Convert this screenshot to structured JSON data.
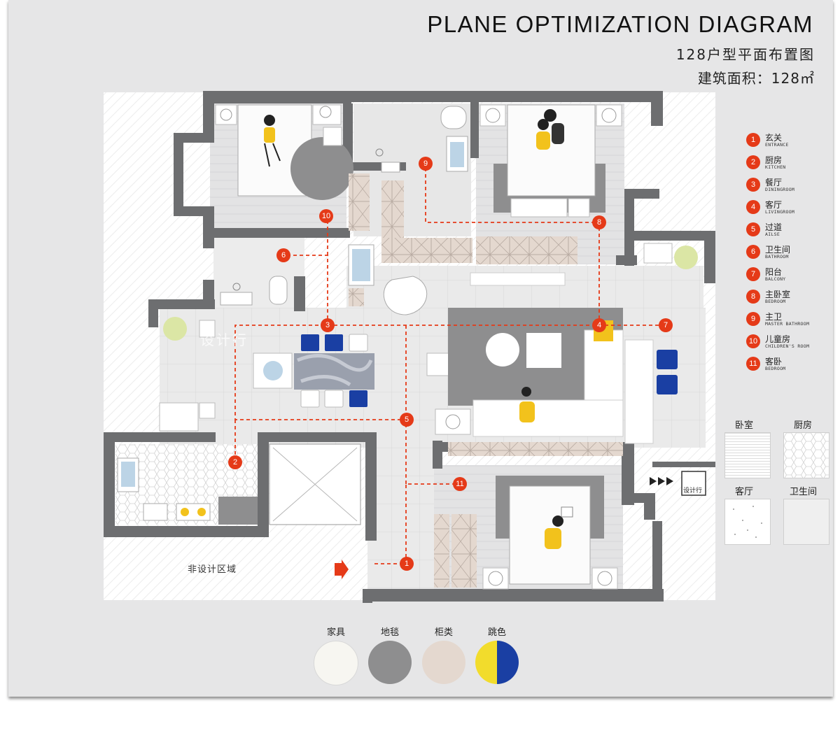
{
  "header": {
    "title": "PLANE OPTIMIZATION DIAGRAM",
    "subtitle": "128户型平面布置图",
    "area": "建筑面积：128㎡"
  },
  "legend": [
    {
      "num": "1",
      "cn": "玄关",
      "en": "ENTRANCE"
    },
    {
      "num": "2",
      "cn": "厨房",
      "en": "KITCHEN"
    },
    {
      "num": "3",
      "cn": "餐厅",
      "en": "DININGROOM"
    },
    {
      "num": "4",
      "cn": "客厅",
      "en": "LIVINGROOM"
    },
    {
      "num": "5",
      "cn": "过道",
      "en": "AILSE"
    },
    {
      "num": "6",
      "cn": "卫生间",
      "en": "BATHROOM"
    },
    {
      "num": "7",
      "cn": "阳台",
      "en": "BALCONY"
    },
    {
      "num": "8",
      "cn": "主卧室",
      "en": "BEDROOM"
    },
    {
      "num": "9",
      "cn": "主卫",
      "en": "MASTER BATHROOM"
    },
    {
      "num": "10",
      "cn": "儿童房",
      "en": "CHILDREN'S ROOM"
    },
    {
      "num": "11",
      "cn": "客卧",
      "en": "BEDROOM"
    }
  ],
  "materials": [
    {
      "label": "卧室",
      "pattern": "stripe"
    },
    {
      "label": "厨房",
      "pattern": "hex"
    },
    {
      "label": "客厅",
      "pattern": "dots"
    },
    {
      "label": "卫生间",
      "pattern": "plain"
    }
  ],
  "swatches": [
    {
      "label": "家具",
      "color": "#f7f6f1"
    },
    {
      "label": "地毯",
      "color": "#8e8e8f"
    },
    {
      "label": "柜类",
      "color": "#e4d8cf"
    },
    {
      "label": "跳色",
      "color_a": "#f2dc2c",
      "color_b": "#1a3fa3"
    }
  ],
  "plan": {
    "non_design_area": "非设计区域",
    "markers": [
      "1",
      "2",
      "3",
      "4",
      "5",
      "6",
      "7",
      "8",
      "9",
      "10",
      "11"
    ],
    "watermark": "设计行",
    "logo": "设计行",
    "colors": {
      "wall": "#6d6e70",
      "marker": "#e53a18",
      "accent_blue": "#1a3fa3",
      "accent_yellow": "#f2c21c",
      "rug": "#8e8e8f",
      "cabinet": "#e4d8cf"
    }
  }
}
